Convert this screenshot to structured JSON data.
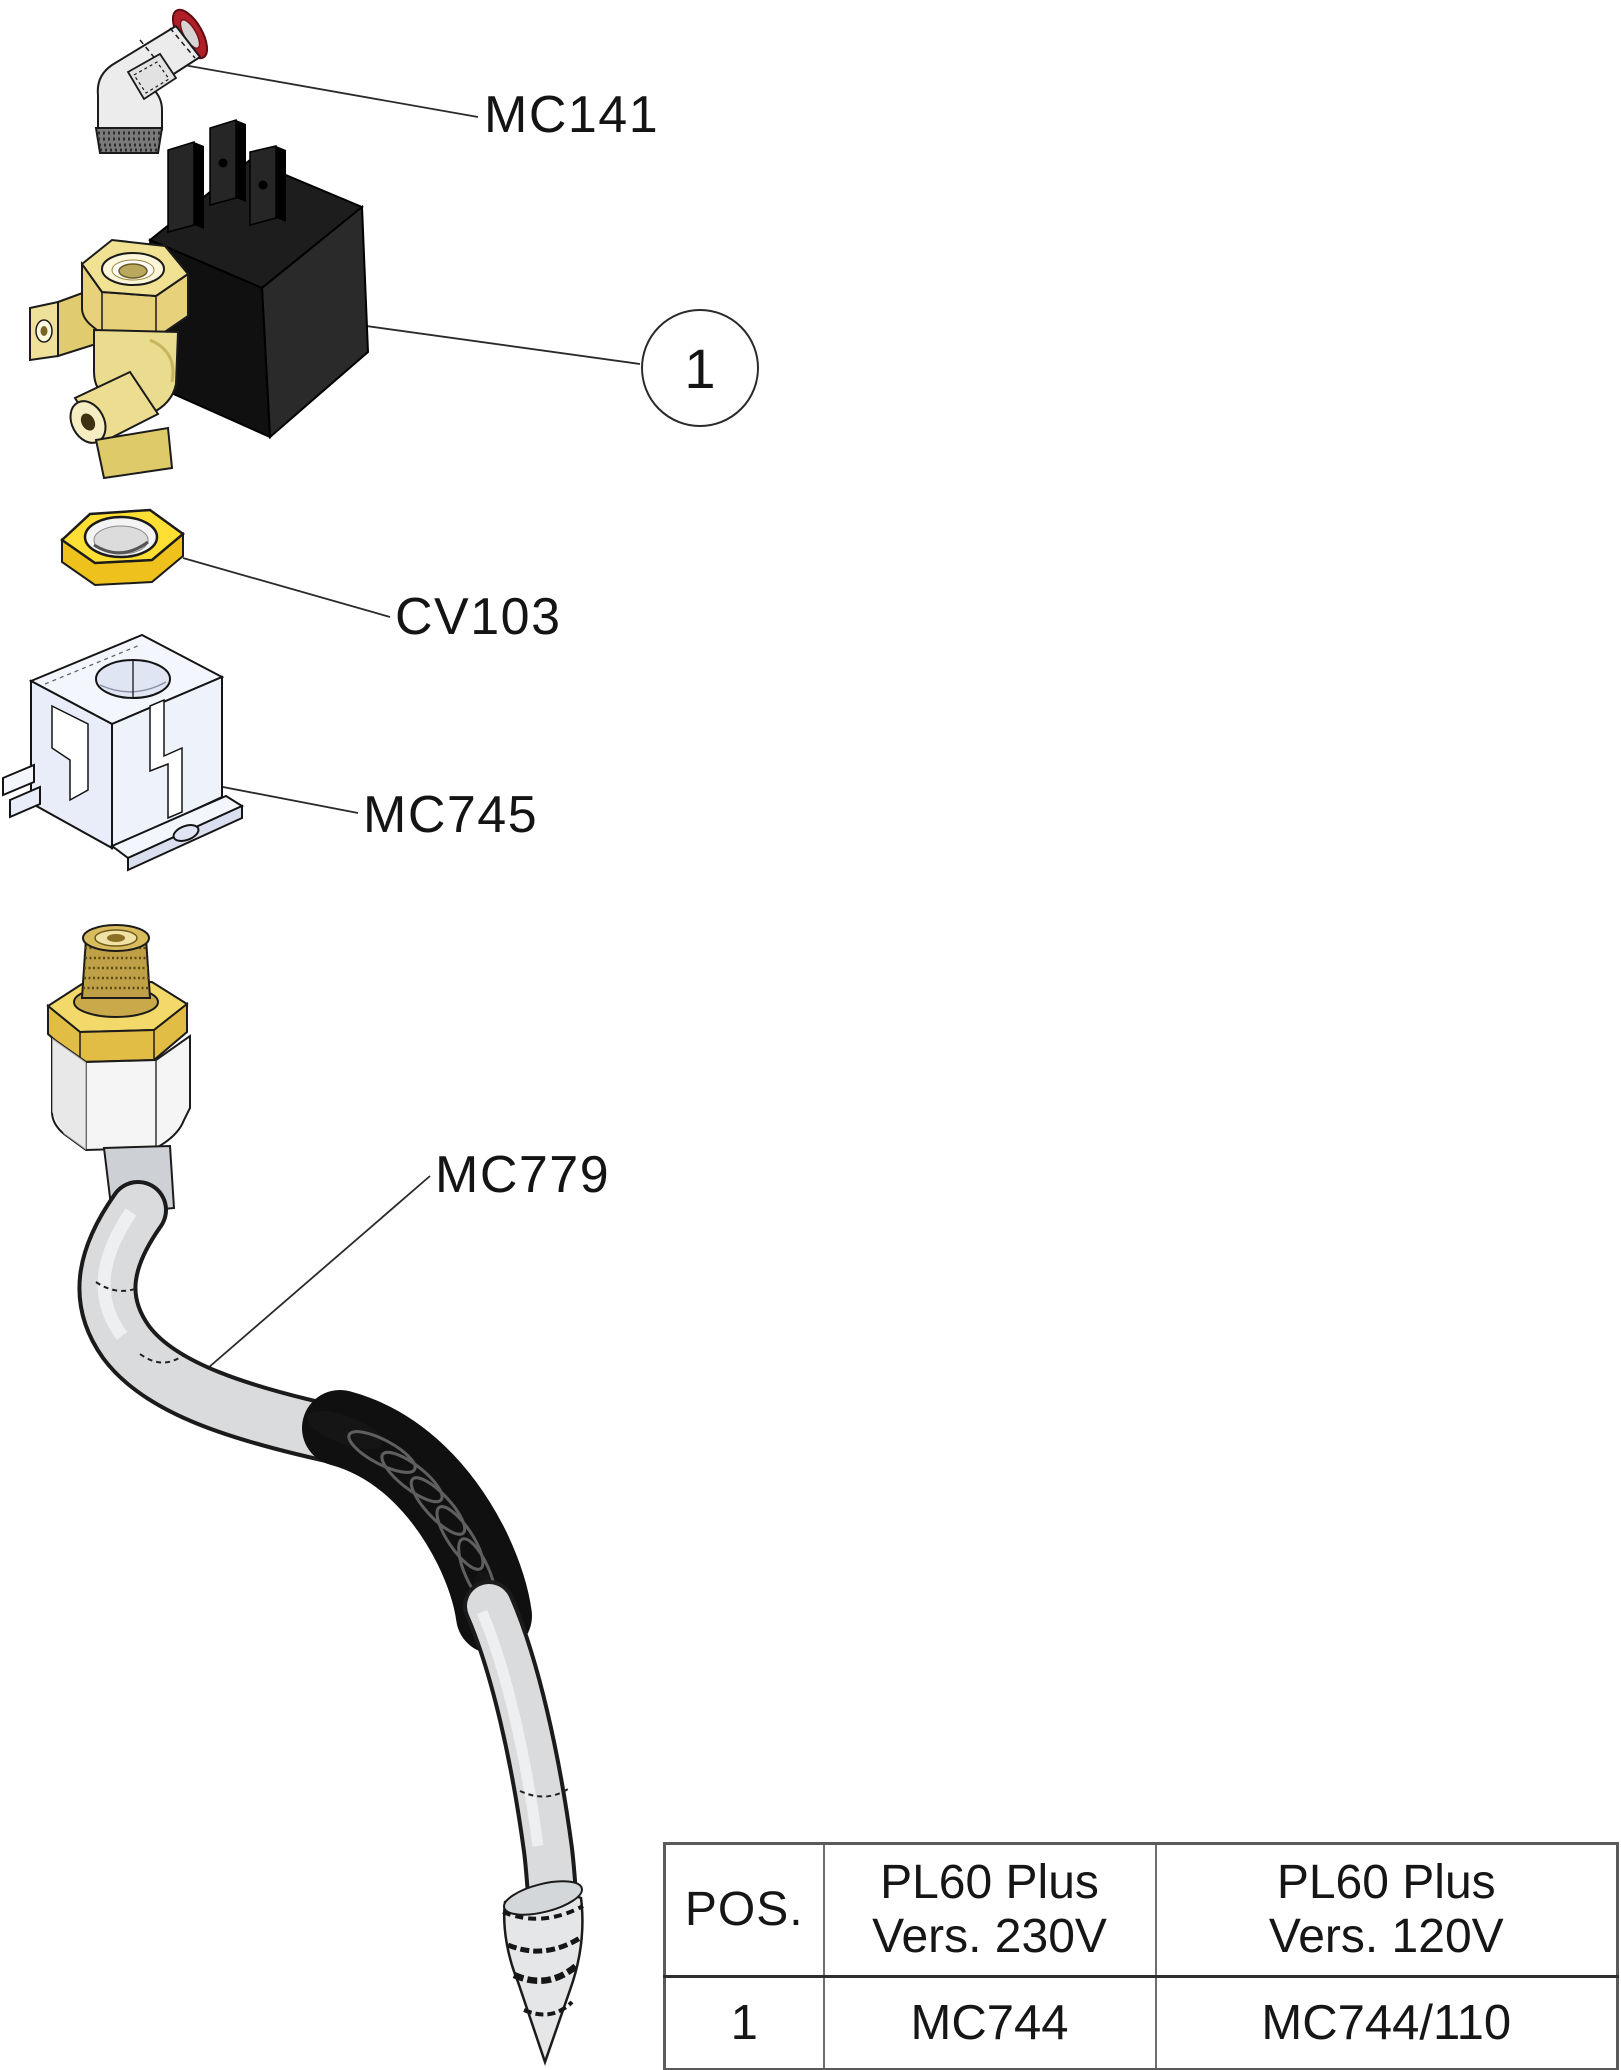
{
  "diagram": {
    "labels": {
      "mc141": "MC141",
      "cv103": "CV103",
      "mc745": "MC745",
      "mc779": "MC779"
    },
    "balloon": {
      "number": "1"
    },
    "colors": {
      "brass": "#ecd77c",
      "nut_yellow": "#ffdf33",
      "coil_black": "#161616",
      "bracket_metal": "#eef2fb",
      "tube_gray": "#d9dbdd",
      "collet_red": "#b01e28",
      "line": "#1b1b1b"
    }
  },
  "table": {
    "headers": {
      "pos": "POS.",
      "v230_line1": "PL60 Plus",
      "v230_line2": "Vers. 230V",
      "v120_line1": "PL60 Plus",
      "v120_line2": "Vers. 120V"
    },
    "rows": [
      {
        "pos": "1",
        "v230": "MC744",
        "v120": "MC744/110"
      }
    ]
  }
}
